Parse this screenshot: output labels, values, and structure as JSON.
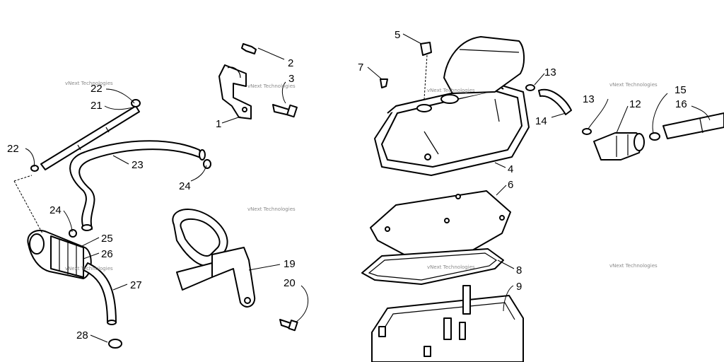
{
  "callouts": {
    "c1": "1",
    "c2": "2",
    "c3": "3",
    "c4": "4",
    "c5": "5",
    "c6": "6",
    "c7": "7",
    "c8": "8",
    "c9": "9",
    "c12": "12",
    "c13a": "13",
    "c13b": "13",
    "c14": "14",
    "c15": "15",
    "c16": "16",
    "c19": "19",
    "c20": "20",
    "c21": "21",
    "c22a": "22",
    "c22b": "22",
    "c23": "23",
    "c24a": "24",
    "c24b": "24",
    "c25": "25",
    "c26": "26",
    "c27": "27",
    "c28": "28"
  },
  "watermark": {
    "text": "vNext Technologies"
  }
}
